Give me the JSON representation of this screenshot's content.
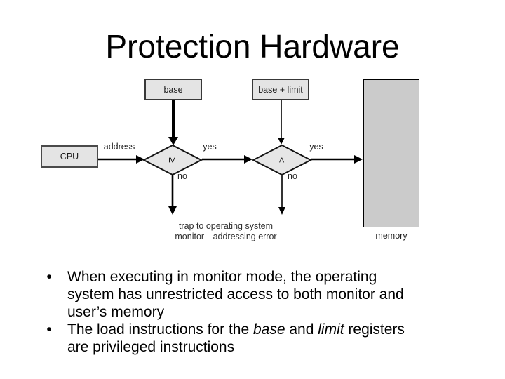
{
  "title": "Protection Hardware",
  "diagram": {
    "base_label": "base",
    "base_limit_label": "base + limit",
    "cpu_label": "CPU",
    "memory_label": "memory",
    "address_label": "address",
    "yes1_label": "yes",
    "yes2_label": "yes",
    "no1_label": "no",
    "no2_label": "no",
    "ge_symbol": "≥",
    "lt_symbol": "<",
    "trap_line1": "trap to operating system",
    "trap_line2": "monitor—addressing error",
    "colors": {
      "box_fill": "#e4e4e4",
      "memory_fill": "#cbcbcb",
      "line": "#000000"
    }
  },
  "bullets": {
    "marker": "•",
    "item1": {
      "line1": "When executing in monitor mode, the operating",
      "line2": "system has unrestricted access to both monitor and",
      "line3": "user’s memory"
    },
    "item2": {
      "line1_pre": "The load instructions for the ",
      "line1_base": "base",
      "line1_mid": " and ",
      "line1_limit": "limit",
      "line1_post": " registers",
      "line2": "are privileged instructions"
    }
  }
}
